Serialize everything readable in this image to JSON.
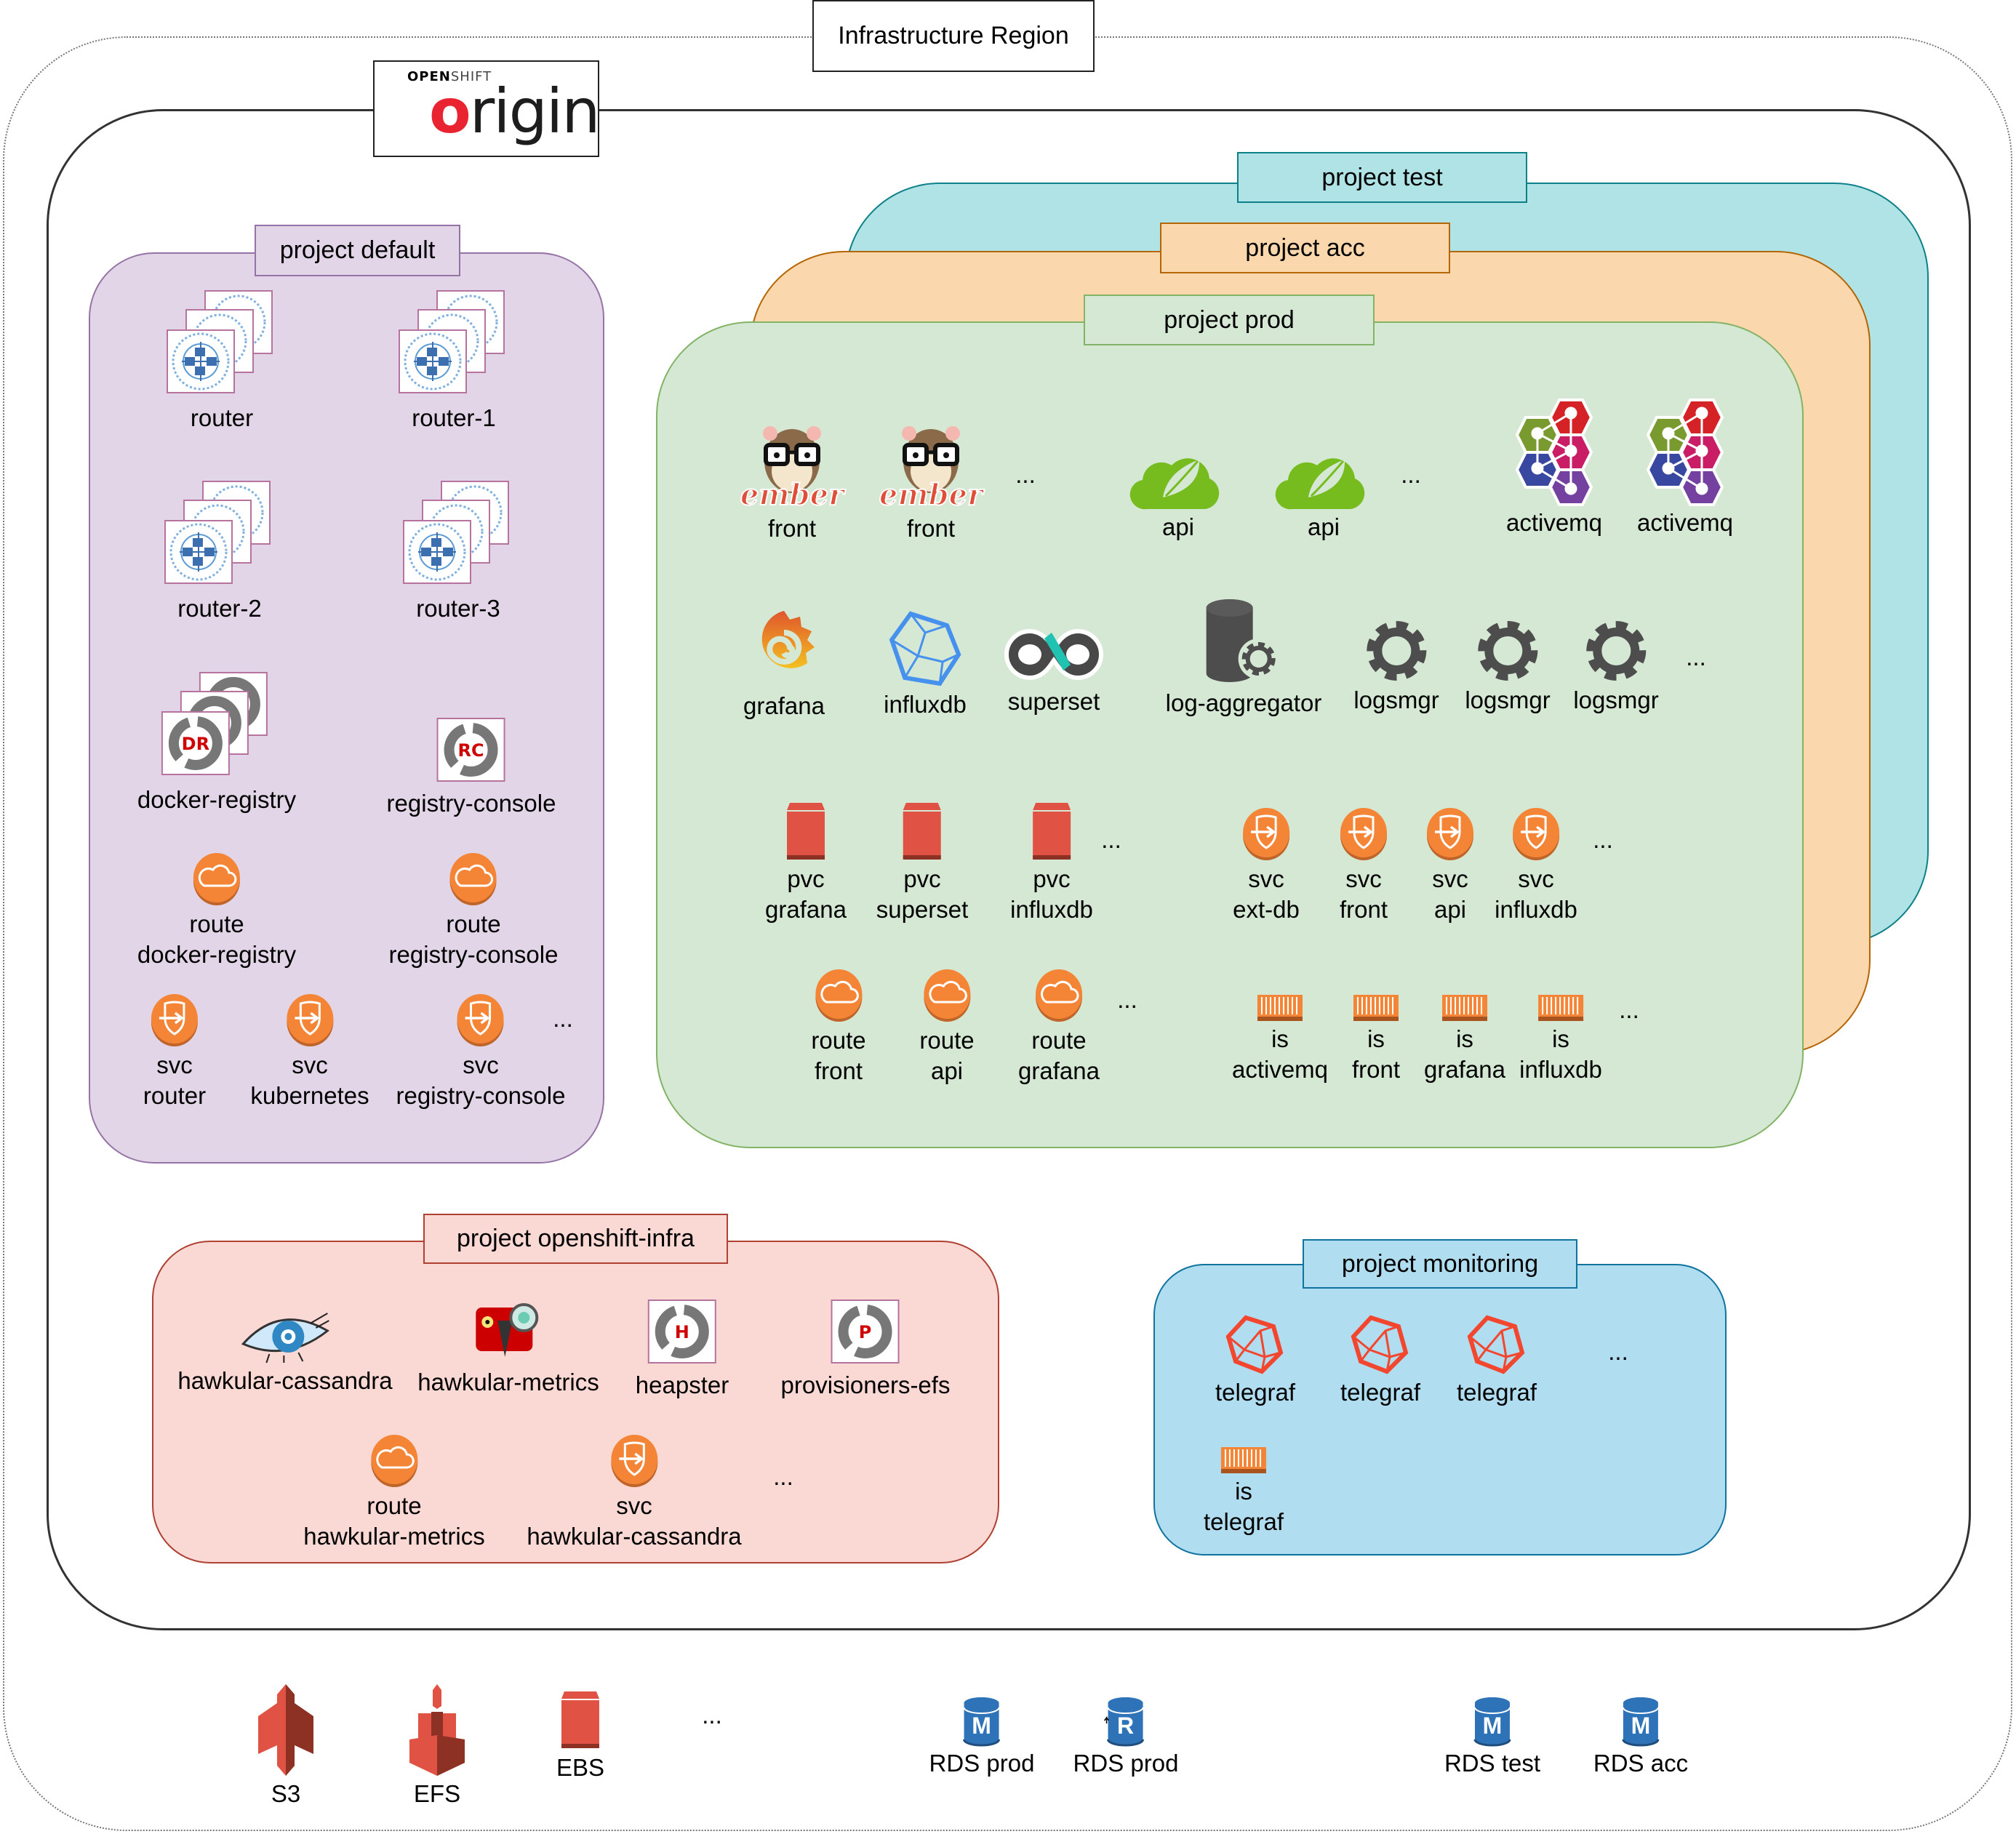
{
  "region": {
    "title": "Infrastructure Region"
  },
  "logo": {
    "brand_top_bold": "OPEN",
    "brand_top_light": "SHIFT",
    "brand_main_accent": "o",
    "brand_main": "rigin"
  },
  "colors": {
    "default_fill": "#e1d5e7",
    "default_stroke": "#9673a6",
    "test_fill": "#b0e3e6",
    "test_stroke": "#0e8088",
    "acc_fill": "#fad7ac",
    "acc_stroke": "#b46504",
    "prod_fill": "#d5e8d4",
    "prod_stroke": "#82b366",
    "infra_fill": "#fad9d5",
    "infra_stroke": "#ae4132",
    "monitoring_fill": "#b1ddf0",
    "monitoring_stroke": "#10739e",
    "aws_orange": "#f58536",
    "aws_red": "#e05243",
    "aws_blue": "#2e73b8"
  },
  "projects": {
    "default": {
      "label": "project default",
      "nodes": [
        {
          "icon": "router-pods-icon",
          "lines": [
            "router"
          ]
        },
        {
          "icon": "router-pods-icon",
          "lines": [
            "router-1"
          ]
        },
        {
          "icon": "router-pods-icon",
          "lines": [
            "router-2"
          ]
        },
        {
          "icon": "router-pods-icon",
          "lines": [
            "router-3"
          ]
        },
        {
          "icon": "openshift-pods-icon",
          "badge": "DR",
          "lines": [
            "docker-registry"
          ]
        },
        {
          "icon": "openshift-pod-icon",
          "badge": "RC",
          "lines": [
            "registry-console"
          ]
        },
        {
          "icon": "route-icon",
          "lines": [
            "route",
            "docker-registry"
          ]
        },
        {
          "icon": "route-icon",
          "lines": [
            "route",
            "registry-console"
          ]
        },
        {
          "icon": "service-icon",
          "lines": [
            "svc",
            "router"
          ]
        },
        {
          "icon": "service-icon",
          "lines": [
            "svc",
            "kubernetes"
          ]
        },
        {
          "icon": "service-icon",
          "lines": [
            "svc",
            "registry-console"
          ]
        }
      ],
      "more": "..."
    },
    "test": {
      "label": "project test"
    },
    "acc": {
      "label": "project acc"
    },
    "prod": {
      "label": "project prod",
      "nodes": [
        {
          "icon": "ember-icon",
          "lines": [
            "front"
          ]
        },
        {
          "icon": "ember-icon",
          "lines": [
            "front"
          ]
        },
        {
          "icon": "spring-icon",
          "lines": [
            "api"
          ]
        },
        {
          "icon": "spring-icon",
          "lines": [
            "api"
          ]
        },
        {
          "icon": "activemq-icon",
          "lines": [
            "activemq"
          ]
        },
        {
          "icon": "activemq-icon",
          "lines": [
            "activemq"
          ]
        },
        {
          "icon": "grafana-icon",
          "lines": [
            "grafana"
          ]
        },
        {
          "icon": "influxdb-icon",
          "lines": [
            "influxdb"
          ]
        },
        {
          "icon": "superset-icon",
          "lines": [
            "superset"
          ]
        },
        {
          "icon": "database-gear-icon",
          "lines": [
            "log-aggregator"
          ]
        },
        {
          "icon": "gear-icon",
          "lines": [
            "logsmgr"
          ]
        },
        {
          "icon": "gear-icon",
          "lines": [
            "logsmgr"
          ]
        },
        {
          "icon": "gear-icon",
          "lines": [
            "logsmgr"
          ]
        },
        {
          "icon": "volume-icon",
          "lines": [
            "pvc",
            "grafana"
          ]
        },
        {
          "icon": "volume-icon",
          "lines": [
            "pvc",
            "superset"
          ]
        },
        {
          "icon": "volume-icon",
          "lines": [
            "pvc",
            "influxdb"
          ]
        },
        {
          "icon": "service-icon",
          "lines": [
            "svc",
            "ext-db"
          ]
        },
        {
          "icon": "service-icon",
          "lines": [
            "svc",
            "front"
          ]
        },
        {
          "icon": "service-icon",
          "lines": [
            "svc",
            "api"
          ]
        },
        {
          "icon": "service-icon",
          "lines": [
            "svc",
            "influxdb"
          ]
        },
        {
          "icon": "route-icon",
          "lines": [
            "route",
            "front"
          ]
        },
        {
          "icon": "route-icon",
          "lines": [
            "route",
            "api"
          ]
        },
        {
          "icon": "route-icon",
          "lines": [
            "route",
            "grafana"
          ]
        },
        {
          "icon": "image-stream-icon",
          "lines": [
            "is",
            "activemq"
          ]
        },
        {
          "icon": "image-stream-icon",
          "lines": [
            "is",
            "front"
          ]
        },
        {
          "icon": "image-stream-icon",
          "lines": [
            "is",
            "grafana"
          ]
        },
        {
          "icon": "image-stream-icon",
          "lines": [
            "is",
            "influxdb"
          ]
        }
      ],
      "more": "..."
    },
    "infra": {
      "label": "project openshift-infra",
      "nodes": [
        {
          "icon": "cassandra-eye-icon",
          "lines": [
            "hawkular-cassandra"
          ]
        },
        {
          "icon": "hawkular-icon",
          "lines": [
            "hawkular-metrics"
          ]
        },
        {
          "icon": "openshift-pod-icon",
          "badge": "H",
          "lines": [
            "heapster"
          ]
        },
        {
          "icon": "openshift-pod-icon",
          "badge": "P",
          "lines": [
            "provisioners-efs"
          ]
        },
        {
          "icon": "route-icon",
          "lines": [
            "route",
            "hawkular-metrics"
          ]
        },
        {
          "icon": "service-icon",
          "lines": [
            "svc",
            "hawkular-cassandra"
          ]
        }
      ],
      "more": "..."
    },
    "monitoring": {
      "label": "project monitoring",
      "nodes": [
        {
          "icon": "telegraf-icon",
          "lines": [
            "telegraf"
          ]
        },
        {
          "icon": "telegraf-icon",
          "lines": [
            "telegraf"
          ]
        },
        {
          "icon": "telegraf-icon",
          "lines": [
            "telegraf"
          ]
        },
        {
          "icon": "image-stream-icon",
          "lines": [
            "is",
            "telegraf"
          ]
        }
      ],
      "more": "..."
    }
  },
  "aws": {
    "nodes": [
      {
        "icon": "s3-icon",
        "lines": [
          "S3"
        ]
      },
      {
        "icon": "efs-icon",
        "lines": [
          "EFS"
        ]
      },
      {
        "icon": "ebs-volume-icon",
        "lines": [
          "EBS"
        ]
      },
      {
        "icon": "rds-master-icon",
        "badge": "M",
        "lines": [
          "RDS prod"
        ]
      },
      {
        "icon": "rds-replica-icon",
        "badge": "R",
        "lines": [
          "RDS prod"
        ]
      },
      {
        "icon": "rds-master-icon",
        "badge": "M",
        "lines": [
          "RDS test"
        ]
      },
      {
        "icon": "rds-master-icon",
        "badge": "M",
        "lines": [
          "RDS acc"
        ]
      }
    ],
    "more": "..."
  }
}
